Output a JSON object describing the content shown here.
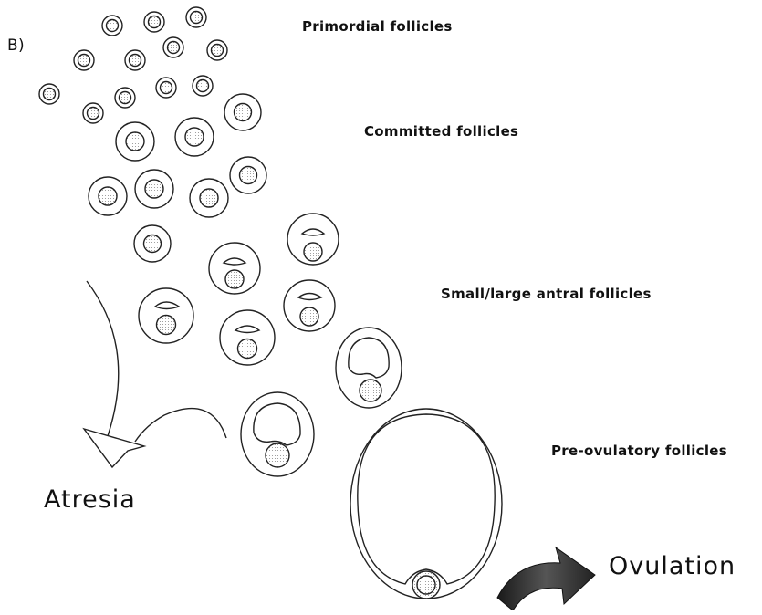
{
  "panel_label": "B)",
  "stages": {
    "primordial": "Primordial follicles",
    "committed": "Committed follicles",
    "antral": "Small/large antral follicles",
    "preovulatory": "Pre-ovulatory follicles"
  },
  "outcomes": {
    "atresia": "Atresia",
    "ovulation": "Ovulation"
  }
}
